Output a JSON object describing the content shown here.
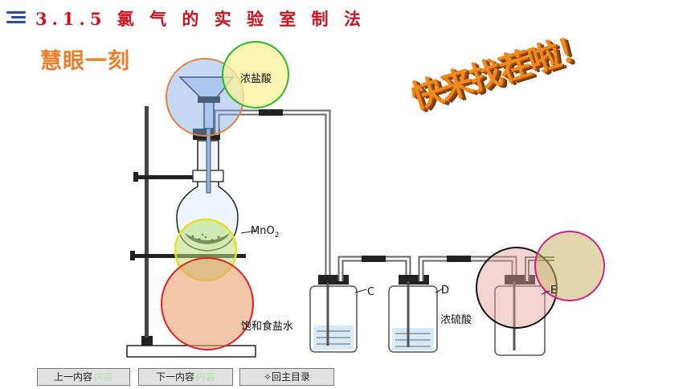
{
  "header": {
    "title": "3.1.5 氯 气 的 实 验 室 制 法",
    "subtitle": "慧眼一刻"
  },
  "banner": {
    "text": "快来找茬啦！"
  },
  "labels": {
    "acid": "浓盐酸",
    "mno2_main": "MnO",
    "mno2_sub": "2",
    "c": "C",
    "d": "D",
    "e": "E",
    "brine": "饱和食盐水",
    "sulfuric": "浓硫酸"
  },
  "nav": {
    "prev": "上一内容",
    "prev_ghost": "内容",
    "next": "下一内容",
    "next_ghost": "内容",
    "home": "✧回主目录"
  },
  "colors": {
    "title": "#d0111b",
    "subtitle": "#ee7d2a",
    "glass": "#b9d6f2",
    "circle_orange": "#e8803a",
    "circle_green": "#28b828",
    "circle_yellow": "#e8e020",
    "circle_red": "#e02020",
    "circle_magenta": "#d0208a"
  }
}
